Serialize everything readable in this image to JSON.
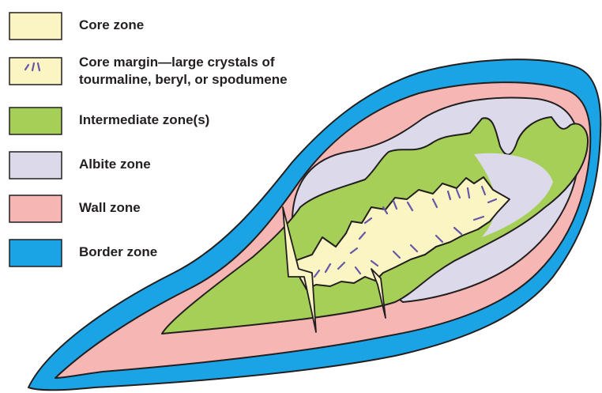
{
  "legend": {
    "items": [
      {
        "key": "core",
        "label": "Core zone",
        "color": "#fbf4c3"
      },
      {
        "key": "core_margin",
        "label_line1": "Core margin—large crystals of",
        "label_line2": "tourmaline, beryl, or spodumene",
        "color": "#fbf4c3",
        "mark_color": "#6757a8"
      },
      {
        "key": "intermediate",
        "label": "Intermediate zone(s)",
        "color": "#a6cf58"
      },
      {
        "key": "albite",
        "label": "Albite zone",
        "color": "#dcdaea"
      },
      {
        "key": "wall",
        "label": "Wall zone",
        "color": "#f6b6b4"
      },
      {
        "key": "border",
        "label": "Border zone",
        "color": "#1aa4e6"
      }
    ]
  },
  "colors": {
    "outline": "#231f20",
    "crystal": "#6757a8",
    "background": "#ffffff"
  }
}
